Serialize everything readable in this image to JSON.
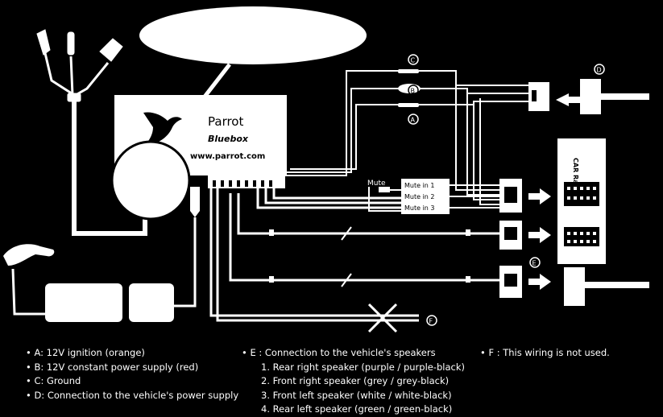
{
  "box": {
    "brand": "Parrot",
    "model": "Bluebox",
    "url": "www.parrot.com"
  },
  "mute": {
    "label": "Mute",
    "inputs": [
      "Mute in 1",
      "Mute in 2",
      "Mute in 3"
    ]
  },
  "radio": {
    "label": "CAR Radio"
  },
  "connectors": {
    "a": "A",
    "b": "B",
    "c": "C",
    "d": "D",
    "e": "E",
    "f": "F"
  },
  "legend": {
    "left": [
      "A: 12V ignition (orange)",
      "B: 12V constant power supply (red)",
      "C: Ground",
      "D: Connection to the vehicle's power supply"
    ],
    "middle": {
      "heading": "E : Connection to the vehicle's speakers",
      "items": [
        "1.  Rear right speaker (purple / purple-black)",
        "2.  Front right speaker (grey / grey-black)",
        "3.  Front left speaker (white / white-black)",
        "4.  Rear left speaker (green / green-black)"
      ]
    },
    "right": "F : This wiring is not used."
  }
}
